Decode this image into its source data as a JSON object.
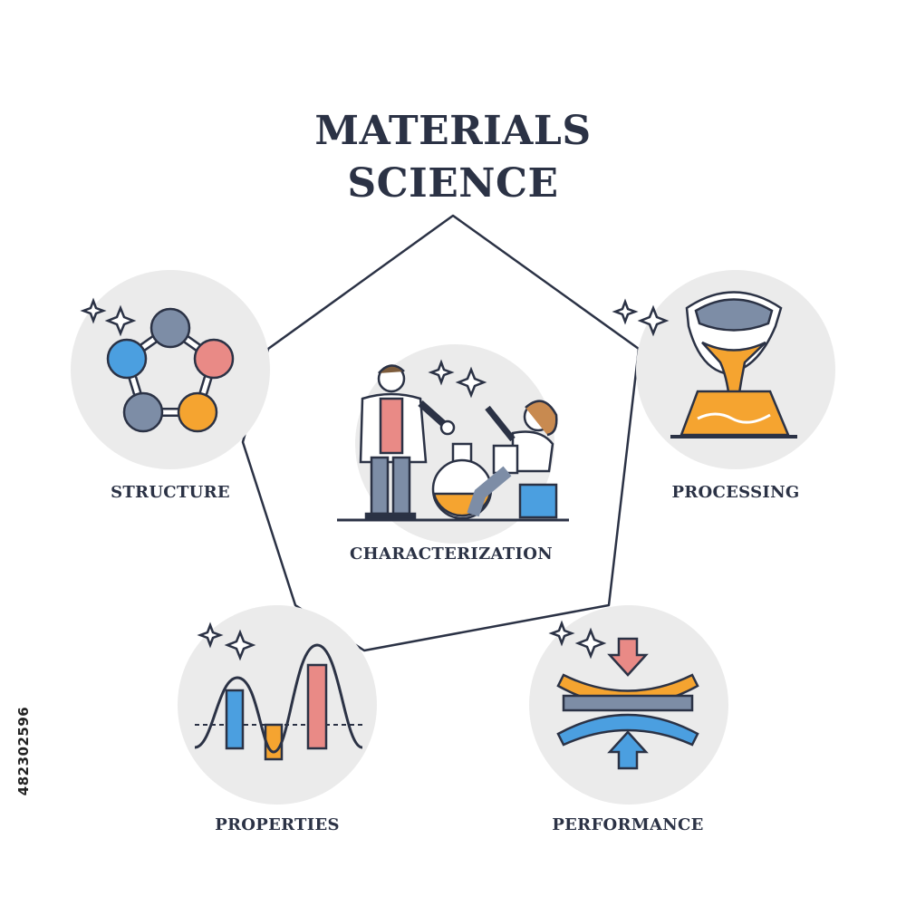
{
  "diagram": {
    "title_line1": "MATERIALS",
    "title_line2": "SCIENCE",
    "nodes": {
      "structure": "STRUCTURE",
      "processing": "PROCESSING",
      "characterization": "CHARACTERIZATION",
      "properties": "PROPERTIES",
      "performance": "PERFORMANCE"
    },
    "side_id": "482302596"
  },
  "colors": {
    "outline": "#2b3245",
    "circle_fill": "#ebebeb",
    "blue": "#4b9fe0",
    "orange": "#f5a430",
    "pink": "#e98a86",
    "slate": "#7d8da6"
  }
}
